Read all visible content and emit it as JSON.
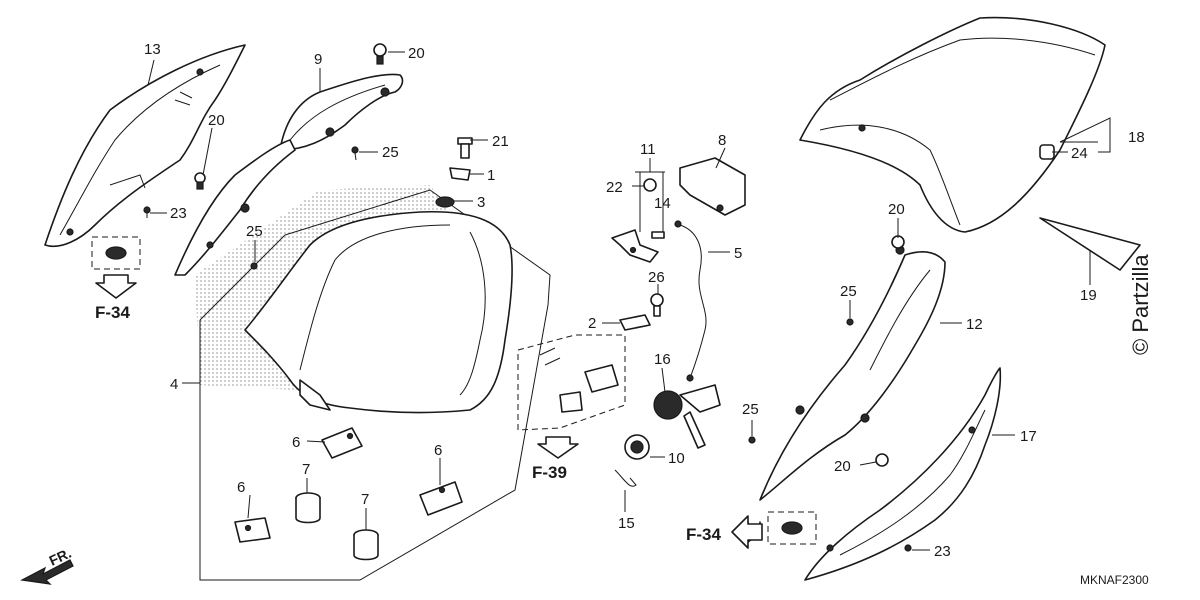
{
  "diagram": {
    "code": "MKNAF2300",
    "watermark": "© Partzilla",
    "front_label": "FR.",
    "references": {
      "f34_left": "F-34",
      "f39": "F-39",
      "f34_right": "F-34"
    },
    "callouts": {
      "c1": "1",
      "c2": "2",
      "c3": "3",
      "c4": "4",
      "c5": "5",
      "c6a": "6",
      "c6b": "6",
      "c6c": "6",
      "c7a": "7",
      "c7b": "7",
      "c8": "8",
      "c9": "9",
      "c10": "10",
      "c11": "11",
      "c12": "12",
      "c13": "13",
      "c14": "14",
      "c15": "15",
      "c16": "16",
      "c17": "17",
      "c18": "18",
      "c19": "19",
      "c20a": "20",
      "c20b": "20",
      "c20c": "20",
      "c20d": "20",
      "c21": "21",
      "c22": "22",
      "c23a": "23",
      "c23b": "23",
      "c24": "24",
      "c25a": "25",
      "c25b": "25",
      "c25c": "25",
      "c25d": "25",
      "c26": "26"
    }
  }
}
